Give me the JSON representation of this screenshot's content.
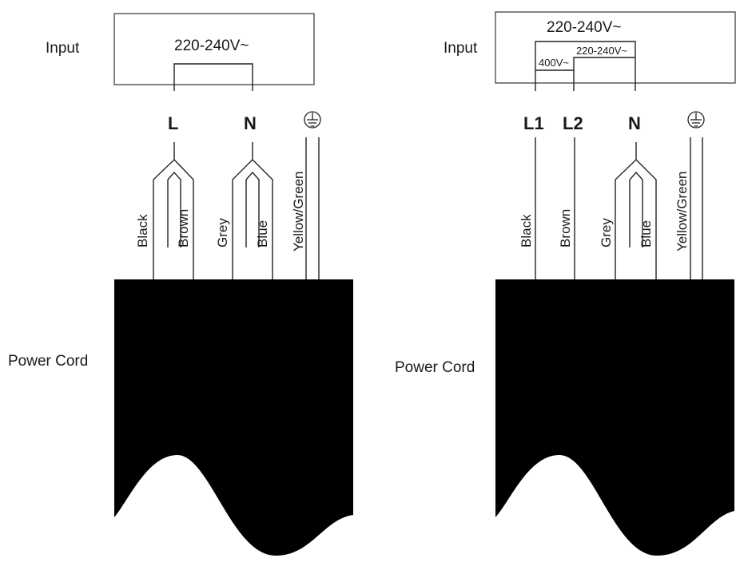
{
  "left": {
    "input_label": "Input",
    "voltage": "220-240V~",
    "terminals": [
      "L",
      "N"
    ],
    "wires": [
      "Black",
      "Brown",
      "Grey",
      "Blue",
      "Yellow/Green"
    ],
    "cord_label": "Power Cord"
  },
  "right": {
    "input_label": "Input",
    "voltage": "220-240V~",
    "sub_voltage_l1_l2": "400V~",
    "sub_voltage_l2_n": "220-240V~",
    "terminals": [
      "L1",
      "L2",
      "N"
    ],
    "wires": [
      "Black",
      "Brown",
      "Grey",
      "Blue",
      "Yellow/Green"
    ],
    "cord_label": "Power Cord"
  },
  "icons": {
    "earth": "ground-symbol-icon"
  }
}
